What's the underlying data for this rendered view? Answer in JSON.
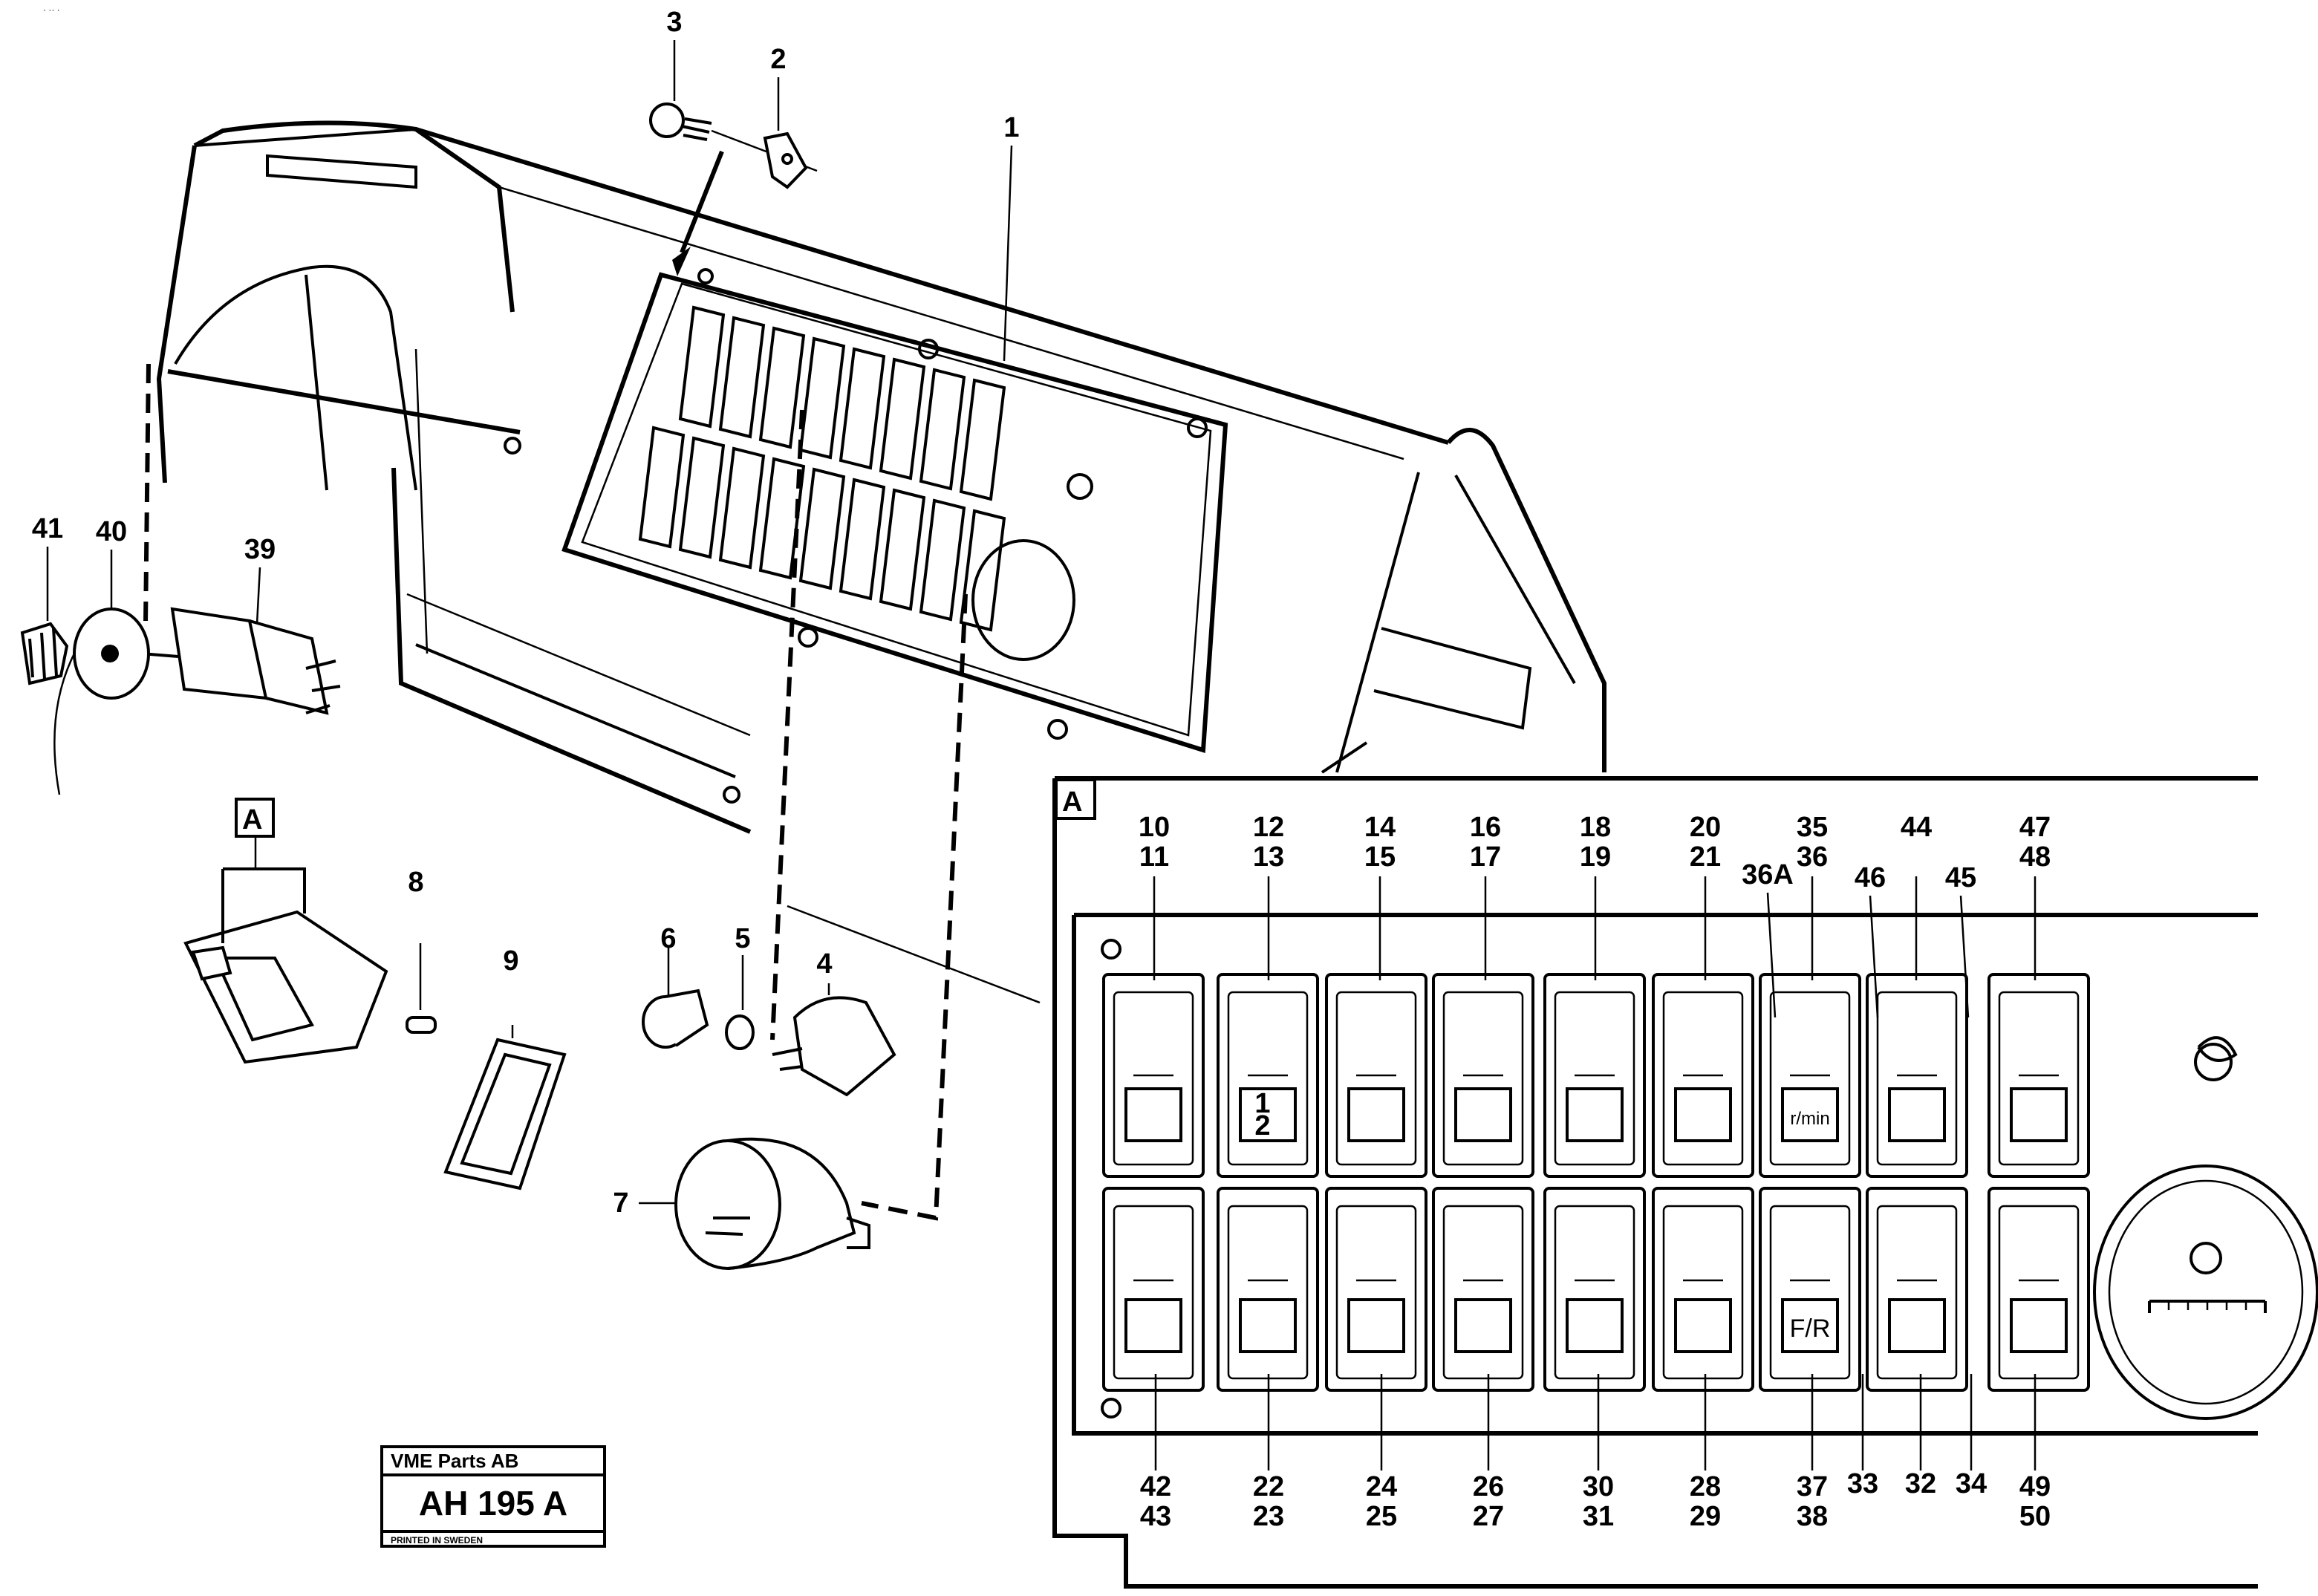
{
  "corner_mark": "· ·· ·",
  "stamp": {
    "company": "VME Parts AB",
    "code": "AH 195 A",
    "printed": "PRINTED IN SWEDEN"
  },
  "detail_tag": "A",
  "callouts": [
    "1",
    "2",
    "3",
    "4",
    "5",
    "6",
    "7",
    "8",
    "9",
    "39",
    "40",
    "41"
  ],
  "panel_top_labels": [
    [
      "10",
      "11"
    ],
    [
      "12",
      "13"
    ],
    [
      "14",
      "15"
    ],
    [
      "16",
      "17"
    ],
    [
      "18",
      "19"
    ],
    [
      "20",
      "21"
    ],
    [
      "35",
      "36"
    ],
    [
      "44"
    ],
    [
      "47",
      "48"
    ]
  ],
  "panel_extra_top_labels": [
    "36A",
    "46",
    "45"
  ],
  "panel_bottom_labels": [
    [
      "42",
      "43"
    ],
    [
      "22",
      "23"
    ],
    [
      "24",
      "25"
    ],
    [
      "26",
      "27"
    ],
    [
      "30",
      "31"
    ],
    [
      "28",
      "29"
    ],
    [
      "37",
      "38"
    ],
    [
      "33"
    ],
    [
      "32"
    ],
    [
      "34"
    ],
    [
      "49",
      "50"
    ]
  ],
  "symbols": {
    "fraction_top": "1",
    "fraction_bottom": "2",
    "rpm": "r/min",
    "fr": "F/R"
  },
  "icons": [
    "headlight-washer-icon",
    "lock-half-icon",
    "hazard-icon",
    "work-light-icon",
    "battery-icon",
    "dimension-lights-icon",
    "fuel-pump-icon",
    "oil-temp-icon",
    "coolant-icon",
    "hexagon-warning-icon",
    "lamp-icon",
    "beam-icon",
    "high-beam-icon",
    "rotating-beacon-icon",
    "gear-icon",
    "forward-reverse-icon",
    "wiper-icon",
    "seat-heater-icon"
  ]
}
